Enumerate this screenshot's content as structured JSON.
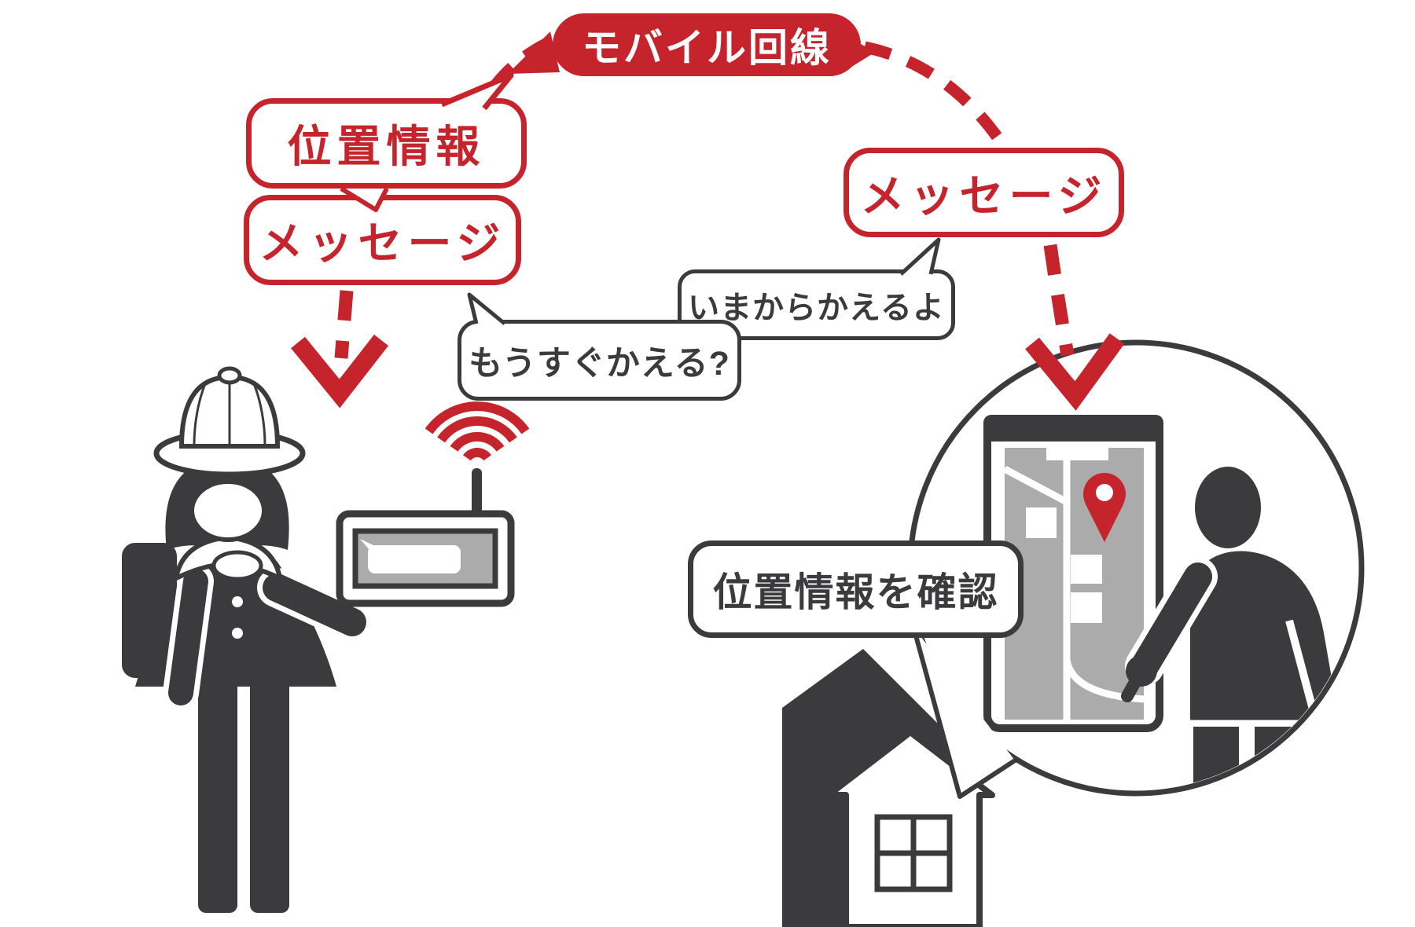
{
  "colors": {
    "accent_red": "#c5242c",
    "dark": "#3b3b3d",
    "map_gray": "#ababab",
    "white": "#ffffff"
  },
  "network": {
    "badge": "モバイル回線"
  },
  "sender_labels": {
    "location": "位置情報",
    "message": "メッセージ"
  },
  "receiver_labels": {
    "message": "メッセージ",
    "check": "位置情報を確認"
  },
  "chat": {
    "parent_message": "いまからかえるよ",
    "child_message": "もうすぐかえる?"
  },
  "icons": {
    "wifi": "wifi-signal-icon",
    "pin": "location-pin-icon",
    "arrow_left": "down-arrow-icon",
    "arrow_right": "down-arrow-icon",
    "device": "gps-device-icon",
    "phone": "smartphone-map-icon",
    "house": "house-icon",
    "child": "child-figure",
    "parent": "parent-figure"
  }
}
